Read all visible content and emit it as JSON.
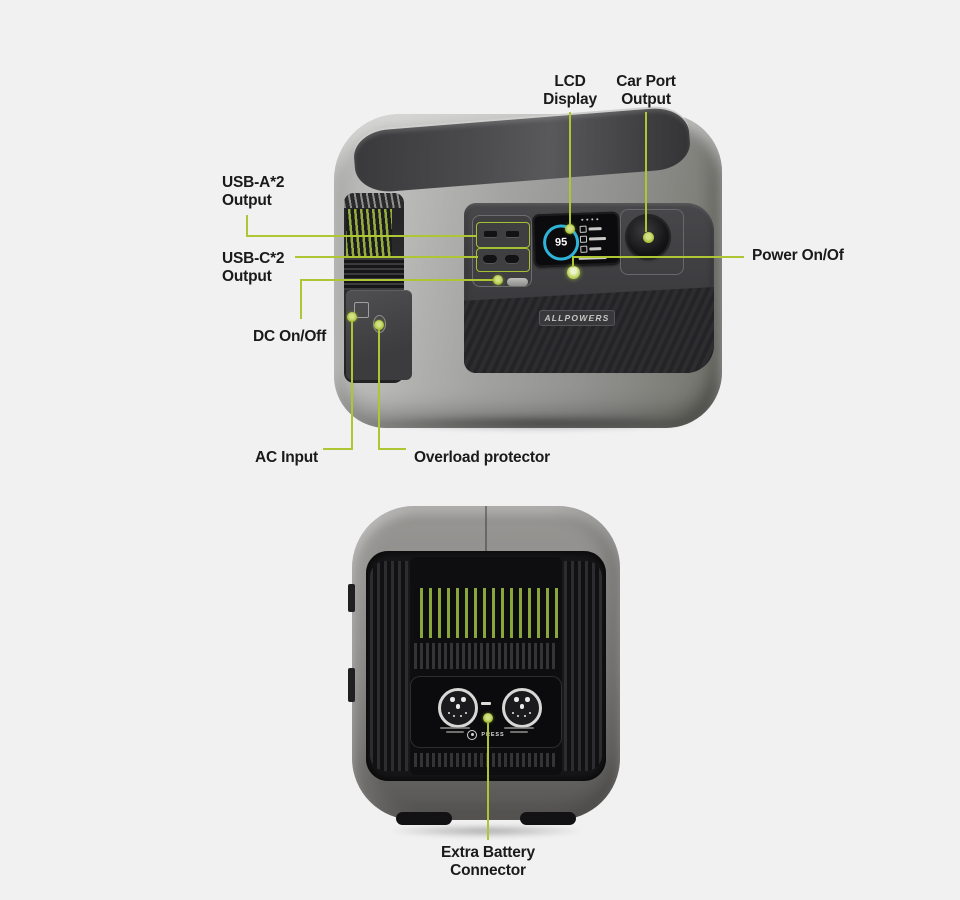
{
  "background_color": "#f1f1f2",
  "accent": {
    "callout_line_color": "#aec633",
    "callout_dot_color": "#a8c23a",
    "lcd_ring_color": "#2fb3d8"
  },
  "front_view": {
    "brand_badge": "ALLPOWERS",
    "lcd": {
      "battery_percent": "95"
    },
    "labels": {
      "lcd_display": {
        "line1": "LCD",
        "line2": "Display"
      },
      "car_port": {
        "line1": "Car Port",
        "line2": "Output"
      },
      "usb_a": {
        "line1": "USB-A*2",
        "line2": "Output"
      },
      "usb_c": {
        "line1": "USB-C*2",
        "line2": "Output"
      },
      "dc_on_off": "DC On/Off",
      "power": "Power On/Of",
      "ac_input": "AC Input",
      "overload": "Overload protector"
    }
  },
  "rear_view": {
    "press_label": "PRESS",
    "labels": {
      "extra_battery": {
        "line1": "Extra Battery",
        "line2": "Connector"
      }
    }
  }
}
